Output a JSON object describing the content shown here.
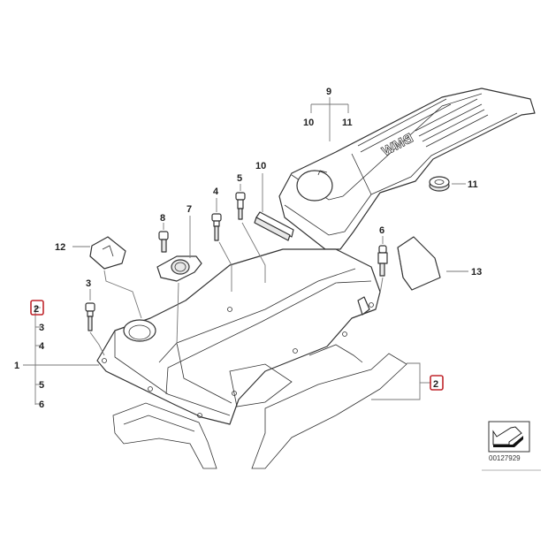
{
  "diagram": {
    "title": "Cylinder head cover parts diagram",
    "highlight_color": "#c0272d",
    "callouts": [
      {
        "id": "c1",
        "label": "1"
      },
      {
        "id": "c2a",
        "label": "2",
        "highlighted": true
      },
      {
        "id": "c3a",
        "label": "3"
      },
      {
        "id": "c4a",
        "label": "4"
      },
      {
        "id": "c5a",
        "label": "5"
      },
      {
        "id": "c6a",
        "label": "6"
      },
      {
        "id": "c2b",
        "label": "2",
        "highlighted": true
      },
      {
        "id": "c3b",
        "label": "3"
      },
      {
        "id": "c4b",
        "label": "4"
      },
      {
        "id": "c5b",
        "label": "5"
      },
      {
        "id": "c6b",
        "label": "6"
      },
      {
        "id": "c7",
        "label": "7"
      },
      {
        "id": "c8",
        "label": "8"
      },
      {
        "id": "c9",
        "label": "9"
      },
      {
        "id": "c10a",
        "label": "10"
      },
      {
        "id": "c11a",
        "label": "11"
      },
      {
        "id": "c10b",
        "label": "10"
      },
      {
        "id": "c11b",
        "label": "11"
      },
      {
        "id": "c12",
        "label": "12"
      },
      {
        "id": "c13",
        "label": "13"
      }
    ],
    "cover_logo": "BMW",
    "diagram_number": "00127929"
  }
}
